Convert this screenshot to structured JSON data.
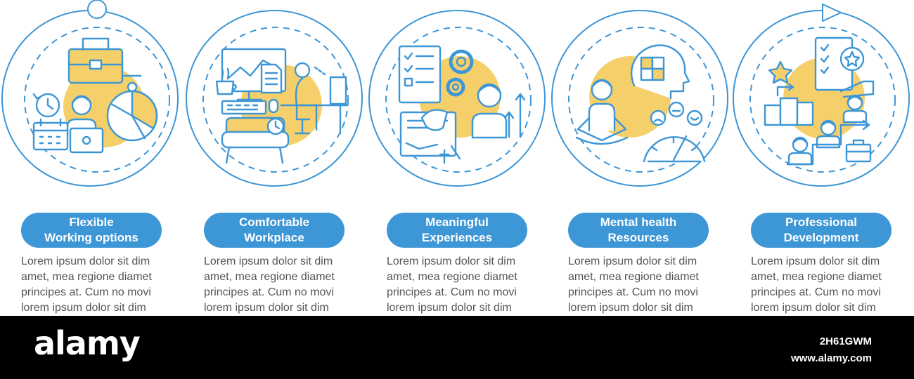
{
  "colors": {
    "accent": "#3d96d6",
    "highlight": "#f5d06a",
    "text": "#555555",
    "footer": "#000000"
  },
  "steps": [
    {
      "title_lines": [
        "Flexible",
        "Working options"
      ],
      "body_lines": [
        "Lorem ipsum dolor sit dim",
        "amet, mea regione diamet",
        "principes at. Cum no movi",
        "lorem ipsum dolor sit dim"
      ],
      "icons": [
        "briefcase-icon",
        "employee-icon",
        "laptop-icon",
        "calendar-icon",
        "clock-icon",
        "stopwatch-icon"
      ]
    },
    {
      "title_lines": [
        "Comfortable",
        "Workplace"
      ],
      "body_lines": [
        "Lorem ipsum dolor sit dim",
        "amet, mea regione diamet",
        "principes at. Cum no movi",
        "lorem ipsum dolor sit dim"
      ],
      "icons": [
        "monitor-icon",
        "coffee-cup-icon",
        "keyboard-icon",
        "document-icon",
        "desk-worker-icon",
        "armchair-icon",
        "clock-icon"
      ]
    },
    {
      "title_lines": [
        "Meaningful",
        "Experiences"
      ],
      "body_lines": [
        "Lorem ipsum dolor sit dim",
        "amet, mea regione diamet",
        "principes at. Cum no movi",
        "lorem ipsum dolor sit dim"
      ],
      "icons": [
        "checklist-icon",
        "gears-icon",
        "growth-arrows-icon",
        "person-icon",
        "touchscreen-icon"
      ]
    },
    {
      "title_lines": [
        "Mental health",
        "Resources"
      ],
      "body_lines": [
        "Lorem ipsum dolor sit dim",
        "amet, mea regione diamet",
        "principes at. Cum no movi",
        "lorem ipsum dolor sit dim"
      ],
      "icons": [
        "puzzle-head-icon",
        "meditation-icon",
        "mood-faces-icon",
        "speedometer-icon"
      ]
    },
    {
      "title_lines": [
        "Professional",
        "Development"
      ],
      "body_lines": [
        "Lorem ipsum dolor sit dim",
        "amet, mea regione diamet",
        "principes at. Cum no movi",
        "lorem ipsum dolor sit dim"
      ],
      "icons": [
        "star-certificate-icon",
        "podium-icon",
        "career-ladder-icon",
        "briefcase-icon"
      ]
    }
  ],
  "footer": {
    "wordmark": "alamy",
    "image_id": "2H61GWM",
    "site": "www.alamy.com"
  }
}
